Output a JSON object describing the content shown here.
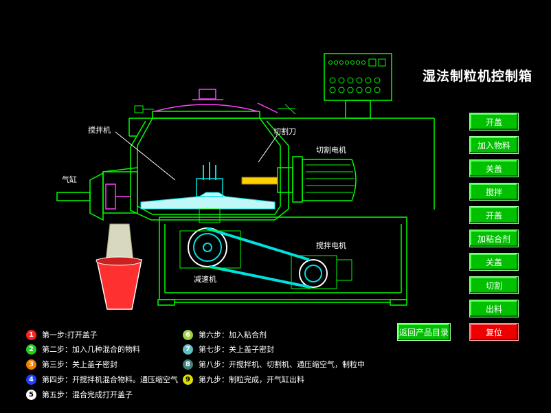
{
  "title": "湿法制粒机控制箱",
  "labels": {
    "mixer": "搅拌机",
    "cutter": "切割刀",
    "cutter_motor": "切割电机",
    "cylinder": "气缸",
    "mixer_motor": "搅拌电机",
    "reducer": "减速机"
  },
  "buttons": {
    "open_lid_1": "开盖",
    "add_material": "加入物料",
    "close_lid_1": "关盖",
    "stir": "搅拌",
    "open_lid_2": "开盖",
    "add_binder": "加粘合剂",
    "close_lid_2": "关盖",
    "cut": "切割",
    "discharge": "出料",
    "back": "返回产品目录",
    "reset": "复位"
  },
  "steps": [
    {
      "num": "1",
      "text": "第一步:打开盖子",
      "color": "#ff2020"
    },
    {
      "num": "2",
      "text": "第二步：加入几种混合的物料",
      "color": "#20d020"
    },
    {
      "num": "3",
      "text": "第三步：关上盖子密封",
      "color": "#f08000"
    },
    {
      "num": "4",
      "text": "第四步：开搅拌机混合物料。通压缩空气",
      "color": "#2040ff"
    },
    {
      "num": "5",
      "text": "第五步：混合完成打开盖子",
      "color": "#ffffff"
    },
    {
      "num": "6",
      "text": "第六步：加入粘合剂",
      "color": "#a0d040"
    },
    {
      "num": "7",
      "text": "第七步：关上盖子密封",
      "color": "#60c0c0"
    },
    {
      "num": "8",
      "text": "第八步：开搅拌机、切割机、通压缩空气，制粒中",
      "color": "#408080"
    },
    {
      "num": "9",
      "text": "第九步：制粒完成，开气缸出料",
      "color": "#e0e000"
    }
  ],
  "colors": {
    "accent": "#00ff00",
    "button": "#00c000",
    "reset": "#ee0000"
  }
}
